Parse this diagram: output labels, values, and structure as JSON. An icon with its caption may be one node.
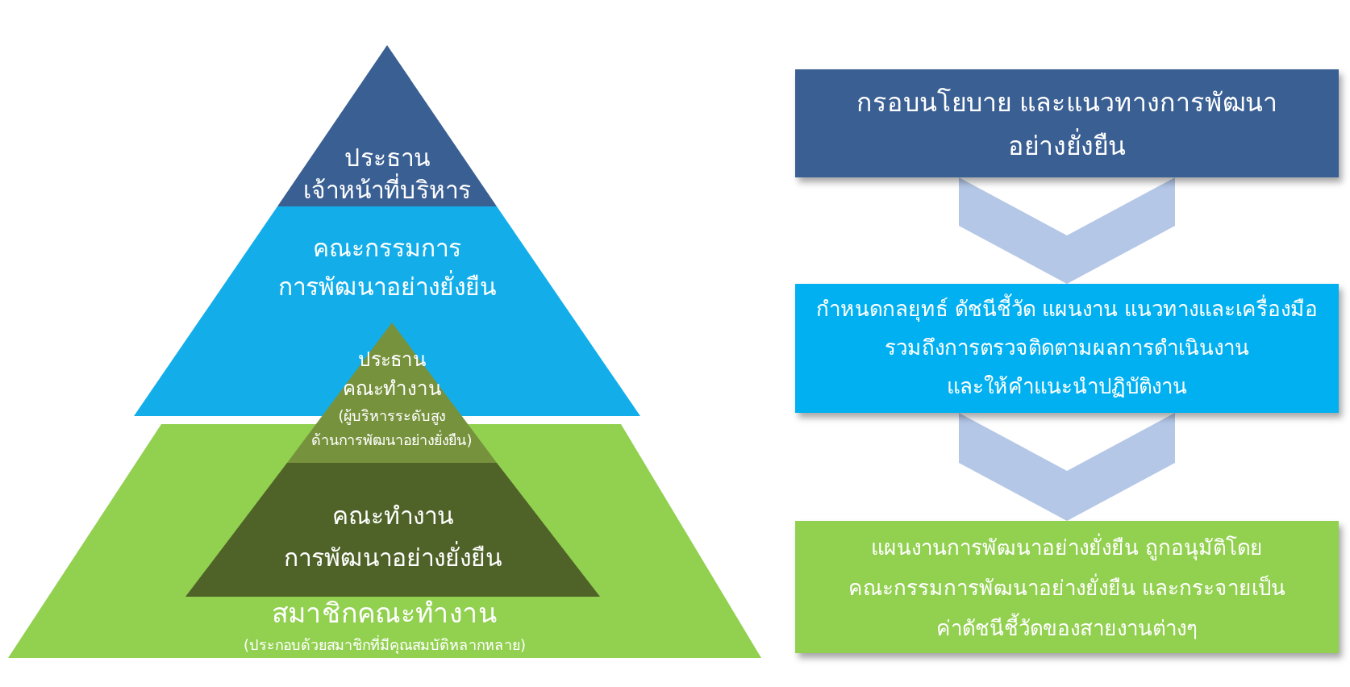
{
  "diagram": {
    "nodes": [
      {
        "text": [
          "ประธาน เจ้าหน้าที่บริหาร"
        ]
      },
      {
        "text": [
          "คณะกรรมการ การพัฒนาอย่างยั่งยืน"
        ]
      },
      {
        "text": [
          "ประธาน คณะทำงาน",
          "(ผู้บริหารระดับสูง ด้านการพัฒนาอย่างยั่งยืน)"
        ]
      },
      {
        "text": [
          "คณะทำงาน การพัฒนาอย่างยั่งยืน"
        ],
        "in": 4
      },
      {
        "text": [
          "สมาชิกคณะทำงาน",
          "(ประกอบด้วยสมาชิกที่มีคุณสมบัติหลากหลาย)"
        ]
      },
      {
        "text": [
          "กรอบนโยบาย และแนวทางการพัฒนา อย่างยั่งยืน"
        ]
      },
      {
        "text": [
          "กำหนดกลยุทธ์ ดัชนีชี้วัด แผนงาน แนวทางและเครื่องมือ รวมถึงการตรวจติดตามผลการดำเนินงาน และให้คำแนะนำปฏิบัติงาน"
        ]
      },
      {
        "text": [
          "แผนงานการพัฒนาอย่างยั่งยืน ถูกอนุมัติโดย คณะกรรมการพัฒนาอย่างยั่งยืน และกระจายเป็น ค่าดัชนีชี้วัดของสายงานต่างๆ"
        ]
      }
    ],
    "edges": [
      {
        "from": 5,
        "to": 6,
        "arrow": "to"
      },
      {
        "from": 6,
        "to": 7,
        "arrow": "to"
      }
    ]
  }
}
